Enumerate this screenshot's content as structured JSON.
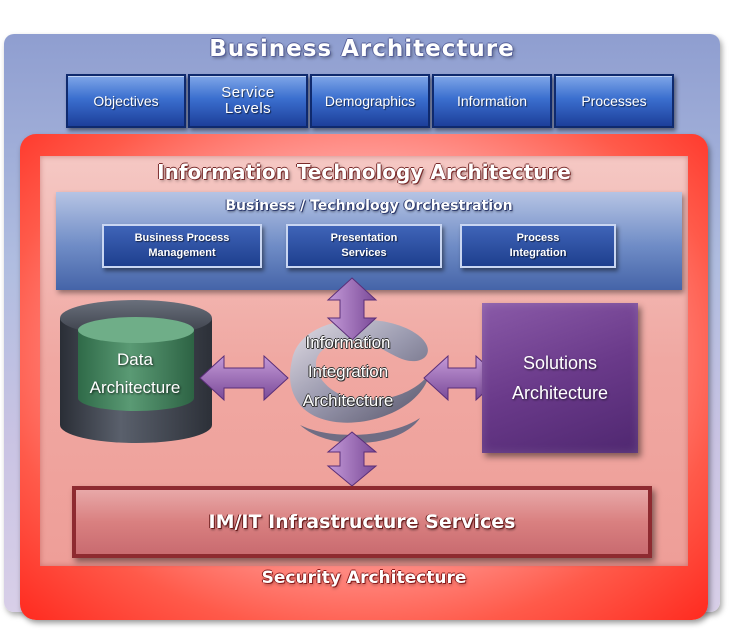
{
  "business": {
    "title": "Business Architecture",
    "items": [
      "Objectives",
      "Service\nLevels",
      "Demographics",
      "Information",
      "Processes"
    ]
  },
  "it": {
    "title": "Information Technology Architecture",
    "orchestration": {
      "title": "Business / Technology Orchestration",
      "boxes": [
        "Business Process\nManagement",
        "Presentation\nServices",
        "Process\nIntegration"
      ]
    },
    "data_architecture": "Data\nArchitecture",
    "information_integration": "Information\nIntegration\nArchitecture",
    "solutions_architecture": "Solutions\nArchitecture",
    "infrastructure": "IM/IT Infrastructure Services"
  },
  "security": {
    "title": "Security Architecture"
  },
  "colors": {
    "business_bg": "#a9b5de",
    "it_frame": "#ff3a2a",
    "orchestration_bg": "#6f8cc6",
    "button_blue": "#2a55b8",
    "data_cylinder": "#3d7a5a",
    "solutions_box": "#6a3a8a",
    "arrow_purple": "#9a6ab8",
    "infrastructure_bg": "#d98080"
  }
}
